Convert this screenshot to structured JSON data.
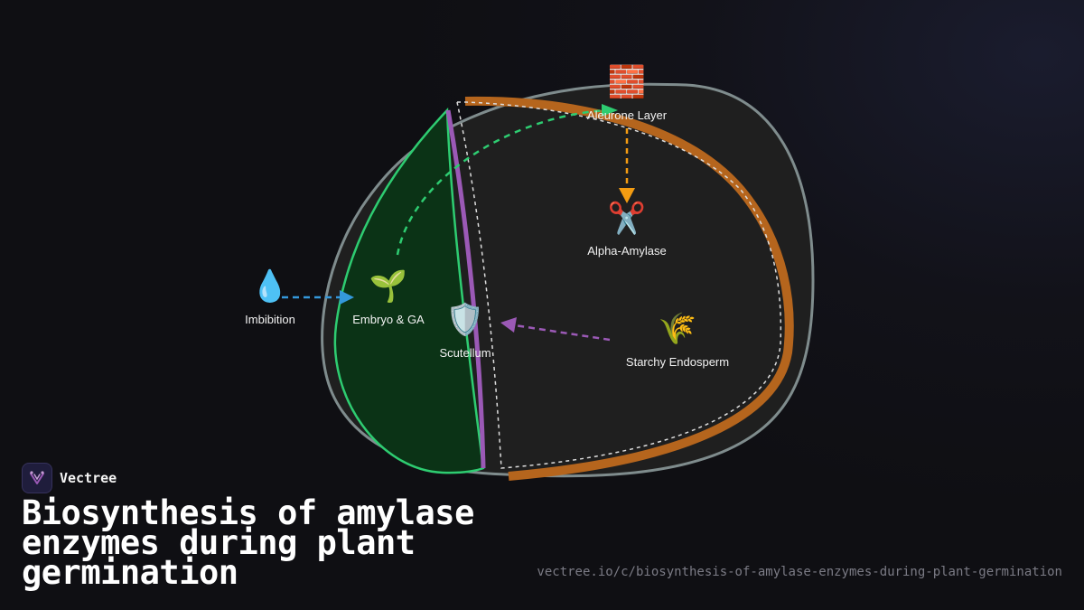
{
  "brand": {
    "name": "Vectree",
    "logo_icon": "vectree-logo-icon"
  },
  "title": "Biosynthesis of amylase enzymes during plant germination",
  "url": "vectree.io/c/biosynthesis-of-amylase-enzymes-during-plant-germination",
  "nodes": {
    "aleurone": {
      "label": "Aleurone Layer",
      "icon": "🧱",
      "icon_name": "brick-wall-icon"
    },
    "amylase": {
      "label": "Alpha-Amylase",
      "icon": "✂️",
      "icon_name": "scissors-icon"
    },
    "imbibition": {
      "label": "Imbibition",
      "icon": "💧",
      "icon_name": "water-drop-icon"
    },
    "embryo": {
      "label": "Embryo & GA",
      "icon": "🌱",
      "icon_name": "seedling-icon"
    },
    "scutellum": {
      "label": "Scutellum",
      "icon": "🛡️",
      "icon_name": "shield-icon"
    },
    "endosperm": {
      "label": "Starchy Endosperm",
      "icon": "🌾",
      "icon_name": "wheat-icon"
    }
  },
  "colors": {
    "embryo_fill": "#0b3316",
    "embryo_stroke": "#2ecc71",
    "aleurone": "#b5651d",
    "scutellum": "#9b59b6",
    "water_arrow": "#3498db",
    "ga_arrow": "#2ecc71",
    "enzyme_arrow": "#f39c12",
    "sugar_arrow": "#9b59b6",
    "seed_coat": "#7f8c8d"
  }
}
